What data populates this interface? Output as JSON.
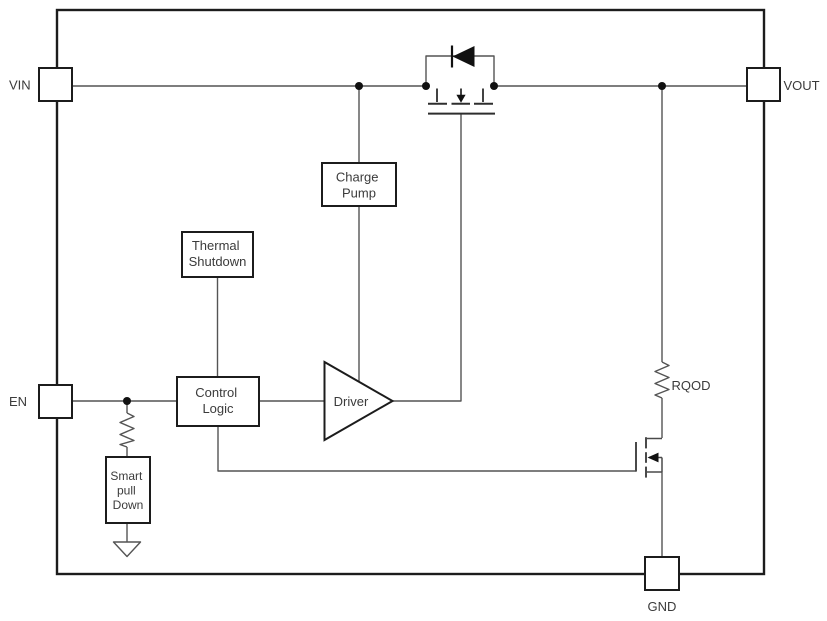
{
  "pins": {
    "vin": {
      "label": "VIN"
    },
    "vout": {
      "label": "VOUT"
    },
    "en": {
      "label": "EN"
    },
    "gnd": {
      "label": "GND"
    }
  },
  "blocks": {
    "charge_pump": {
      "line1": "Charge",
      "line2": "Pump"
    },
    "thermal_shutdown": {
      "line1": "Thermal",
      "line2": "Shutdown"
    },
    "control_logic": {
      "line1": "Control",
      "line2": "Logic"
    },
    "driver": {
      "label": "Driver"
    },
    "smart_pull_down": {
      "line1": "Smart",
      "line2": "pull",
      "line3": "Down"
    }
  },
  "components": {
    "rqod_resistor": {
      "label": "RQOD"
    }
  },
  "colors": {
    "background": "#ffffff",
    "wire": "#545454",
    "outline": "#1c1c1c",
    "text": "#3b3b3b"
  }
}
